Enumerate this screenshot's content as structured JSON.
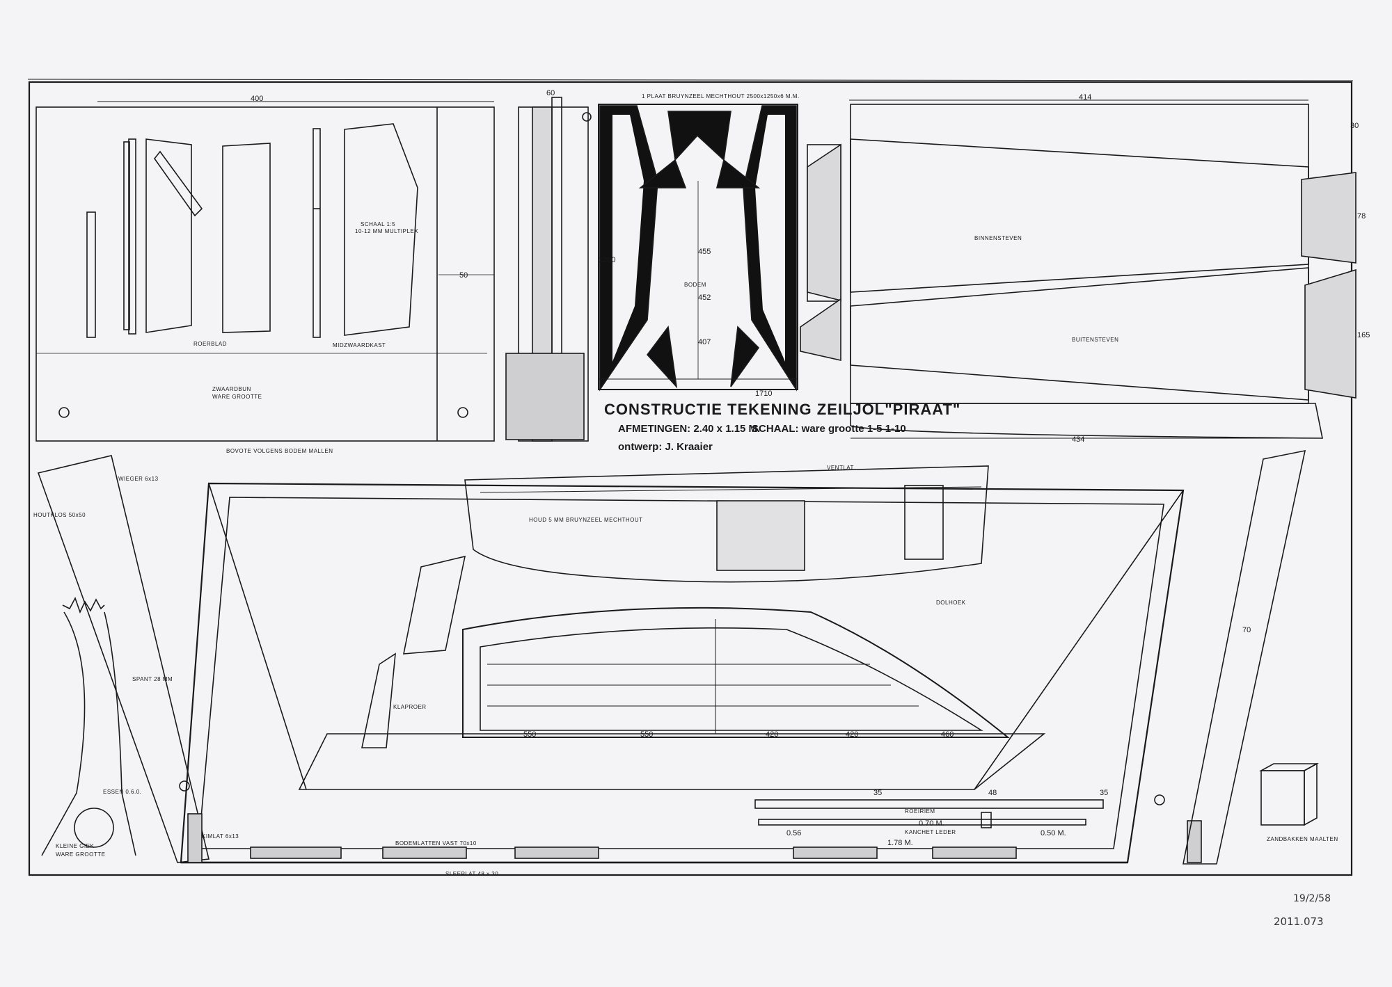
{
  "title": {
    "main": "CONSTRUCTIE TEKENING ZEILJOL\"PIRAAT\"",
    "dimensions": "AFMETINGEN: 2.40 x 1.15 M.",
    "scale": "SCHAAL: ware grootte 1-5 1-10",
    "designer": "ontwerp: J. Kraaier"
  },
  "top_labels": {
    "plate_note": "1 PLAAT BRUYNZEEL MECHTHOUT 2500x1250x6 M.M.",
    "plywood": "10-12 MM MULTIPLEX",
    "scale_15": "SCHAAL 1:5",
    "roerblad": "ROERBLAD",
    "midzwaard": "MIDZWAARDKAST",
    "zwaard": "ZWAARDBUN",
    "ware_grootte": "WARE GROOTTE",
    "binnensteven": "BINNENSTEVEN",
    "buitensteven": "BUITENSTEVEN",
    "bodem": "BODEM",
    "bodem_note": "BOVOTE VOLGENS BODEM MALLEN"
  },
  "dimensions_top": {
    "d400": "400",
    "d414": "414",
    "d434": "434",
    "d455": "455",
    "d452": "452",
    "d407": "407",
    "d50": "50",
    "d30": "30",
    "d78": "78",
    "d165": "165",
    "d1200": "1200",
    "d1710": "1710",
    "d60": "60"
  },
  "lower_labels": {
    "wieger": "WIEGER 6x13",
    "hoekklos": "HOUTKLOS 50x50",
    "spant": "SPANT 28 MM",
    "kleine_gieck": "KLEINE GIEK",
    "essen": "ESSEN 0.6.0.",
    "hull_plywood": "HOUD 5 MM BRUYNZEEL MECHTHOUT",
    "kimlat": "KIMLAT 6x13",
    "roeiriem": "ROEIRIEM",
    "kanchet": "KANCHET LEDER",
    "sleeplat": "SLEEPLAT 48 x 30",
    "ventilat": "VENTLAT",
    "bodemlatten": "BODEMLATTEN VAST 70x10",
    "klapnoer": "KLAPROER",
    "dhoek": "DOLHOEK",
    "zandbakken": "ZANDBAKKEN MAALTEN",
    "len_550a": "550",
    "len_550b": "550",
    "len_420a": "420",
    "len_420b": "420",
    "len_460": "460",
    "len_178": "1.78 M.",
    "len_056": "0.56",
    "len_070": "0.70 M.",
    "len_050": "0.50 M.",
    "len_70": "70",
    "d35a": "35",
    "d35b": "35",
    "d48": "48"
  },
  "stamp": {
    "date": "19/2/58",
    "number": "2011.073"
  },
  "colors": {
    "paper": "#f4f4f6",
    "ink": "#1a1a1a"
  }
}
